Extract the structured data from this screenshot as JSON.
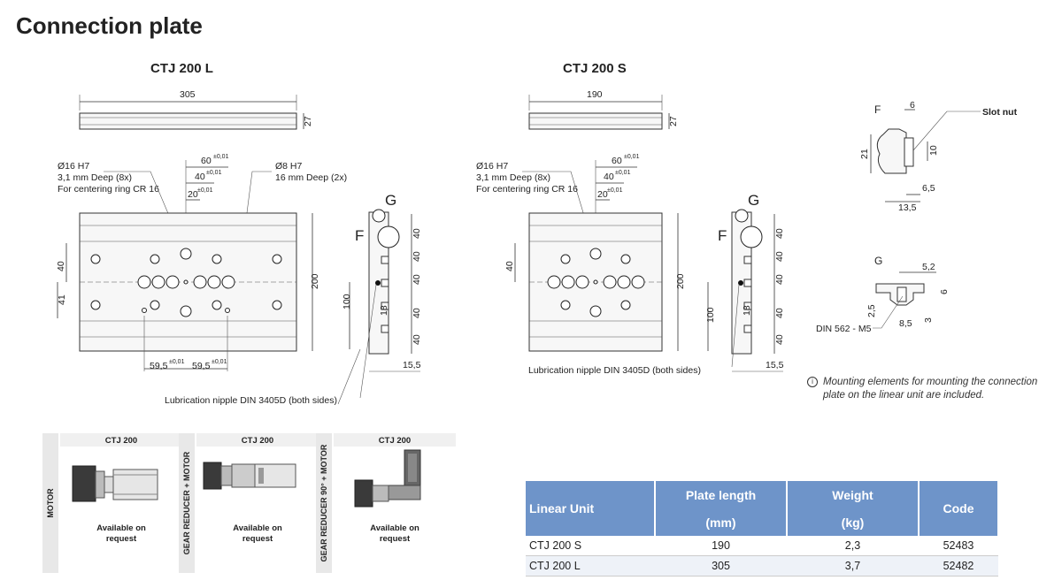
{
  "page": {
    "title": "Connection plate"
  },
  "drawing_l": {
    "title": "CTJ 200 L",
    "length": "305",
    "height": "27",
    "dim_60": "60",
    "dim_40": "40",
    "dim_20": "20",
    "tol": "±0,01",
    "hole16_line1": "Ø16 H7",
    "hole16_line2": "3,1 mm Deep (8x)",
    "hole16_line3": "For centering ring CR 16",
    "hole8_line1": "Ø8 H7",
    "hole8_line2": "16 mm Deep (2x)",
    "dim_200": "200",
    "dim_100": "100",
    "dim_41": "41",
    "dim_40v": "40",
    "dim_595a": "59,5",
    "dim_595b": "59,5",
    "side_G": "G",
    "side_F": "F",
    "side_40": "40",
    "side_18": "18",
    "side_155": "15,5",
    "nipple": "Lubrication nipple DIN 3405D (both sides)"
  },
  "drawing_s": {
    "title": "CTJ 200 S",
    "length": "190",
    "height": "27",
    "dim_60": "60",
    "dim_40": "40",
    "dim_20": "20",
    "tol": "±0,01",
    "hole16_line1": "Ø16 H7",
    "hole16_line2": "3,1 mm Deep (8x)",
    "hole16_line3": "For centering ring CR 16",
    "dim_200": "200",
    "dim_100": "100",
    "dim_40v": "40",
    "side_G": "G",
    "side_F": "F",
    "side_40": "40",
    "side_18": "18",
    "side_155": "15,5",
    "nipple": "Lubrication nipple DIN 3405D (both sides)"
  },
  "detail_f": {
    "label": "F",
    "slot_nut": "Slot nut",
    "d6": "6",
    "d21": "21",
    "d10": "10",
    "d65": "6,5",
    "d135": "13,5"
  },
  "detail_g": {
    "label": "G",
    "d52": "5,2",
    "d6": "6",
    "d25": "2,5",
    "d85": "8,5",
    "d3": "3",
    "din": "DIN 562 - M5"
  },
  "note": {
    "line1": "Mounting elements for mounting the connection",
    "line2": "plate on the linear unit are included."
  },
  "drives": [
    {
      "side_label": "MOTOR",
      "header": "CTJ 200",
      "avail1": "Available on",
      "avail2": "request"
    },
    {
      "side_label": "GEAR REDUCER + MOTOR",
      "header": "CTJ 200",
      "avail1": "Available on",
      "avail2": "request"
    },
    {
      "side_label": "GEAR REDUCER 90° + MOTOR",
      "header": "CTJ 200",
      "avail1": "Available on",
      "avail2": "request"
    }
  ],
  "table": {
    "headers": {
      "unit": "Linear Unit",
      "length1": "Plate length",
      "length2": "(mm)",
      "weight1": "Weight",
      "weight2": "(kg)",
      "code": "Code"
    },
    "rows": [
      {
        "unit": "CTJ 200 S",
        "length": "190",
        "weight": "2,3",
        "code": "52483"
      },
      {
        "unit": "CTJ 200 L",
        "length": "305",
        "weight": "3,7",
        "code": "52482"
      }
    ]
  }
}
